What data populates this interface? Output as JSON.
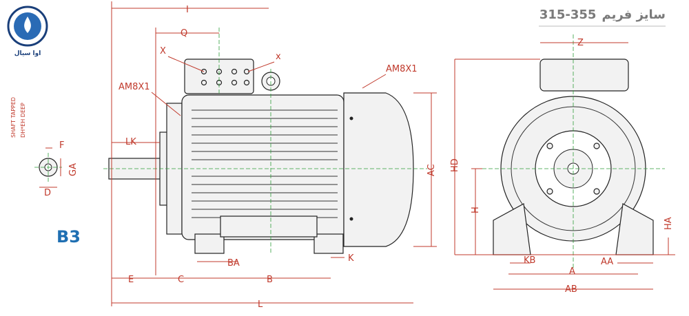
{
  "logo": {
    "text": "اوا سیال"
  },
  "title": {
    "frame_label": "سایز فریم",
    "frame_range": "315-355"
  },
  "model": "B3",
  "shaft_note": {
    "line1": "SHAFT TAPPED",
    "line2": "DH*EH DEEP"
  },
  "labels": {
    "I": "I",
    "Q": "Q",
    "X_upper": "X",
    "x_lower": "x",
    "AM8X1_left": "AM8X1",
    "AM8X1_right": "AM8X1",
    "LK": "LK",
    "F": "F",
    "GA": "GA",
    "D": "D",
    "AC": "AC",
    "BA": "BA",
    "K": "K",
    "E": "E",
    "C": "C",
    "B": "B",
    "L": "L",
    "Z": "Z",
    "HD": "HD",
    "H": "H",
    "HA": "HA",
    "KB": "KB",
    "A": "A",
    "AA": "AA",
    "AB": "AB"
  }
}
